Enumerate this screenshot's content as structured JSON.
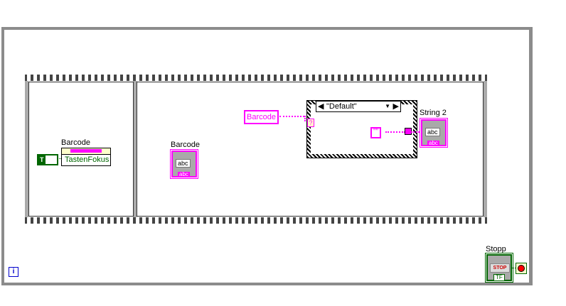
{
  "diagram": {
    "frame1": {
      "control_label": "Barcode",
      "property_node": "TastenFokus",
      "constant": "T"
    },
    "frame2": {
      "indicator_label": "Barcode",
      "indicator_glyph": "abc",
      "indicator_type": "abc",
      "local_variable": "Barcode",
      "case_selector": "\"Default\"",
      "selector_terminal": "?",
      "string_constant": "\"\"",
      "string2_label": "String 2",
      "string2_glyph": "abc",
      "string2_type": "abc"
    },
    "stop": {
      "label": "Stopp",
      "button_text": "STOP",
      "type": "TF"
    },
    "info": "i"
  },
  "colors": {
    "string_wire": "#ff00ff",
    "boolean": "#006600",
    "loop": "#8c8c8c"
  }
}
